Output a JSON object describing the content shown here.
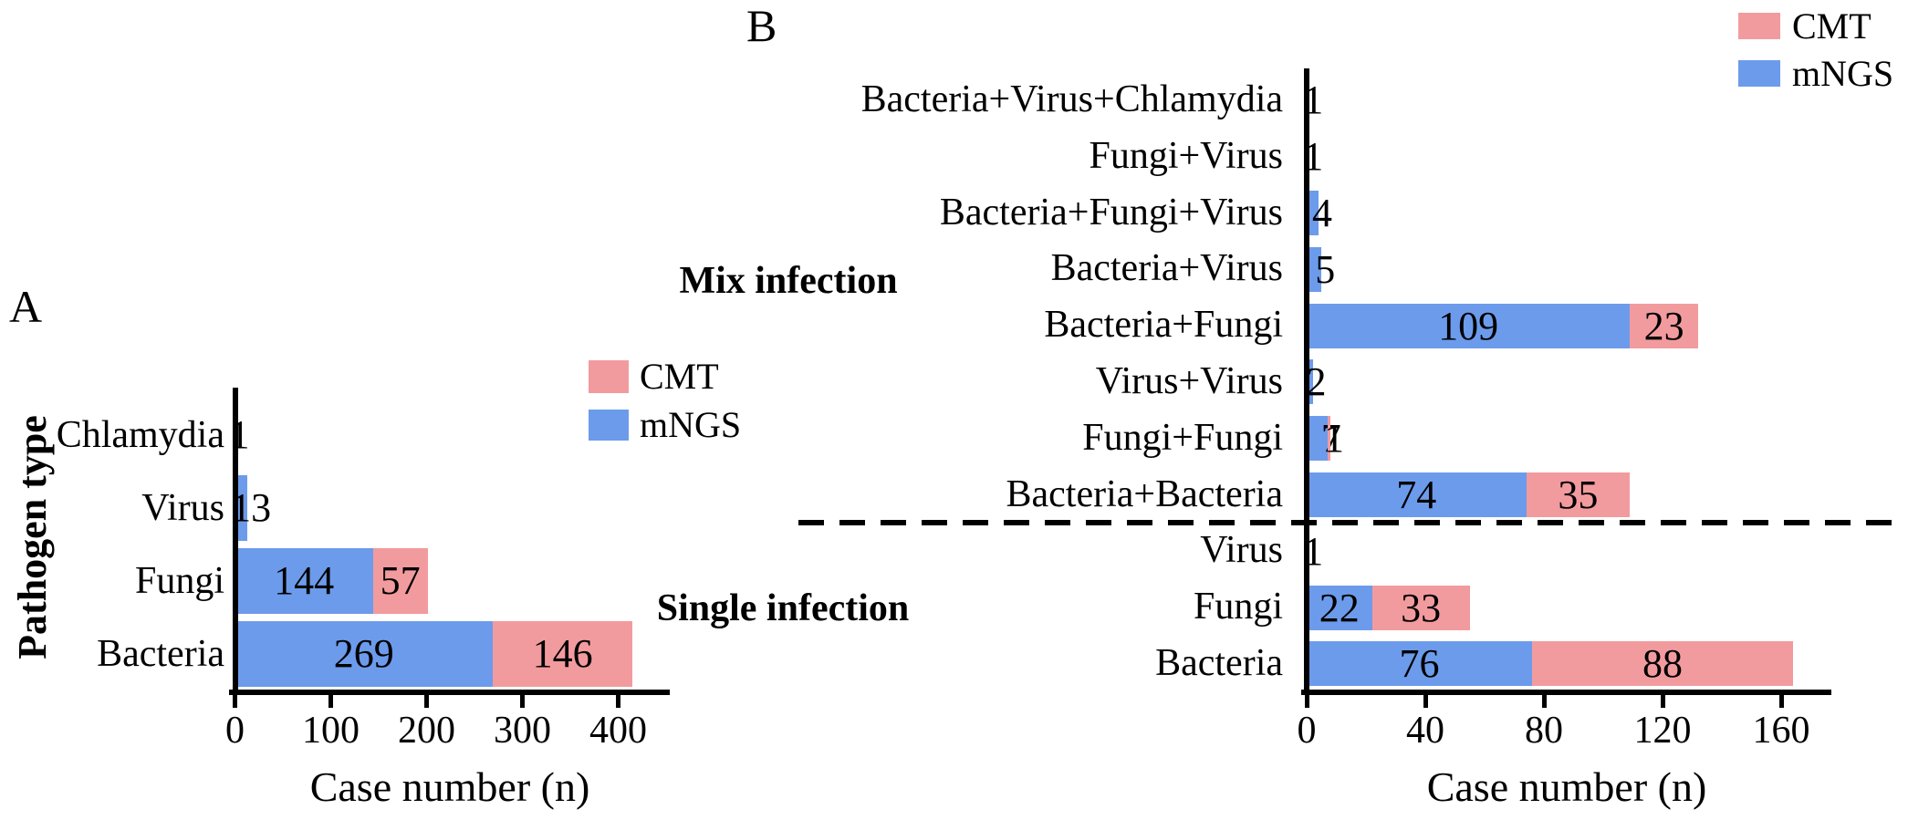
{
  "figure_type": "two-panel stacked horizontal bar chart",
  "colors": {
    "mngs_blue": "#6C9BEB",
    "cmt_pink": "#F29B9E",
    "axis_black": "#000000",
    "background": "#FFFFFF"
  },
  "chart_data": [
    {
      "type": "bar",
      "orientation": "horizontal",
      "stacked": true,
      "panel_letter": "A",
      "title": "",
      "xlabel": "Case number (n)",
      "ylabel": "Pathogen type",
      "categories": [
        "Chlamydia",
        "Virus",
        "Fungi",
        "Bacteria"
      ],
      "series": [
        {
          "name": "mNGS",
          "color": "#6C9BEB",
          "values": [
            1,
            13,
            144,
            269
          ]
        },
        {
          "name": "CMT",
          "color": "#F29B9E",
          "values": [
            0,
            0,
            57,
            146
          ]
        }
      ],
      "value_labels_shown": [
        [
          "1",
          "13",
          "144",
          "269"
        ],
        [
          "",
          "",
          "57",
          "146"
        ]
      ],
      "xlim": [
        0,
        450
      ],
      "xticks": [
        0,
        100,
        200,
        300,
        400
      ],
      "grid": false,
      "legend_position": "top-right-of-plot",
      "legend_order": [
        "CMT",
        "mNGS"
      ]
    },
    {
      "type": "bar",
      "orientation": "horizontal",
      "stacked": true,
      "panel_letter": "B",
      "title": "",
      "xlabel": "Case number (n)",
      "ylabel": "",
      "categories": [
        "Bacteria+Virus+Chlamydia",
        "Fungi+Virus",
        "Bacteria+Fungi+Virus",
        "Bacteria+Virus",
        "Bacteria+Fungi",
        "Virus+Virus",
        "Fungi+Fungi",
        "Bacteria+Bacteria",
        "Virus",
        "Fungi",
        "Bacteria"
      ],
      "groups": [
        {
          "label": "Mix infection",
          "categories": [
            "Bacteria+Virus+Chlamydia",
            "Fungi+Virus",
            "Bacteria+Fungi+Virus",
            "Bacteria+Virus",
            "Bacteria+Fungi",
            "Virus+Virus",
            "Fungi+Fungi",
            "Bacteria+Bacteria"
          ]
        },
        {
          "label": "Single infection",
          "categories": [
            "Virus",
            "Fungi",
            "Bacteria"
          ]
        }
      ],
      "separator": "horizontal dashed line between Bacteria+Bacteria and Virus rows",
      "series": [
        {
          "name": "mNGS",
          "color": "#6C9BEB",
          "values": [
            1,
            1,
            4,
            5,
            109,
            2,
            7,
            74,
            1,
            22,
            76
          ]
        },
        {
          "name": "CMT",
          "color": "#F29B9E",
          "values": [
            0,
            0,
            0,
            0,
            23,
            0,
            1,
            35,
            0,
            33,
            88
          ]
        }
      ],
      "value_labels_shown": [
        [
          "1",
          "1",
          "4",
          "5",
          "109",
          "2",
          "7",
          "74",
          "1",
          "22",
          "76"
        ],
        [
          "",
          "",
          "",
          "",
          "23",
          "",
          "1",
          "35",
          "",
          "33",
          "88"
        ]
      ],
      "xlim": [
        0,
        177
      ],
      "xticks": [
        0,
        40,
        80,
        120,
        160
      ],
      "grid": false,
      "legend_position": "top-right",
      "legend_order": [
        "CMT",
        "mNGS"
      ]
    }
  ]
}
